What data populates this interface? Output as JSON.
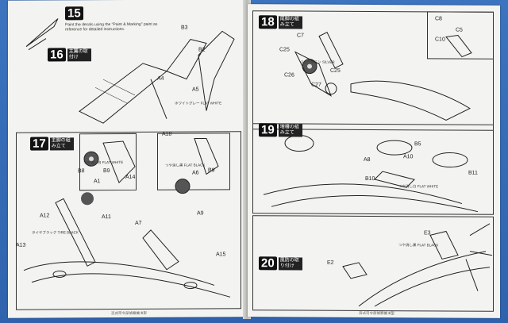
{
  "left_page": {
    "step15": {
      "number": "15",
      "text_en": "Paint the decals using the \"Paint & Marking\" paint as reference for detailed instructions."
    },
    "step16": {
      "number": "16",
      "label": "主翼の取付け"
    },
    "step17": {
      "number": "17",
      "label": "主脚の組み立て"
    },
    "parts": [
      "B3",
      "A5",
      "A4",
      "B2",
      "A18",
      "B9",
      "A1",
      "A14",
      "B8",
      "A6",
      "B9",
      "A12",
      "A11",
      "A7",
      "A9",
      "A13",
      "A15"
    ],
    "notes": [
      "ホワイトグレー FLAT WHITE",
      "つや消し白 FLAT WHITE",
      "つや消し黒 FLAT BLACK",
      "タイヤブラック TIRE BLACK"
    ],
    "footer": "百式司令部偵察機 Ⅲ型"
  },
  "right_page": {
    "step18": {
      "number": "18",
      "label": "尾脚の組み立て"
    },
    "step19": {
      "number": "19",
      "label": "増槽の組み立て"
    },
    "step20": {
      "number": "20",
      "label": "風防の取り付け"
    },
    "parts": [
      "C7",
      "C25",
      "C8",
      "C10",
      "C5",
      "C26",
      "C27",
      "C25",
      "A8",
      "A10",
      "B5",
      "B11",
      "B10",
      "E3",
      "E2"
    ],
    "notes": [
      "ジュラルミン SILVER",
      "つや消し白 FLAT WHITE",
      "つや消し黒 FLAT BLACK"
    ],
    "footer": "百式司令部偵察機 Ⅲ型"
  }
}
